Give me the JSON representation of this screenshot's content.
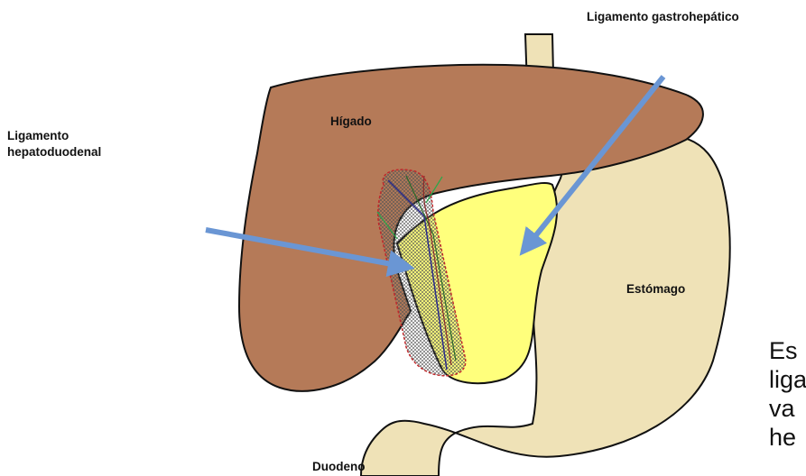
{
  "labels": {
    "gastrohepatic": "Ligamento gastrohepático",
    "hepatoduodenal_line1": "Ligamento",
    "hepatoduodenal_line2": "hepatoduodenal",
    "liver": "Hígado",
    "stomach": "Estómago",
    "duodenum": "Duodeno"
  },
  "side_text": {
    "line1": "Es",
    "line2": "liga",
    "line3": "va",
    "line4": "he"
  },
  "colors": {
    "liver": "#b57a58",
    "stomach": "#efe2b7",
    "lesser_sac": "#ffff7c",
    "arrow": "#6a96d4",
    "ligament_outline": "#c0282b",
    "outline": "#111111"
  }
}
